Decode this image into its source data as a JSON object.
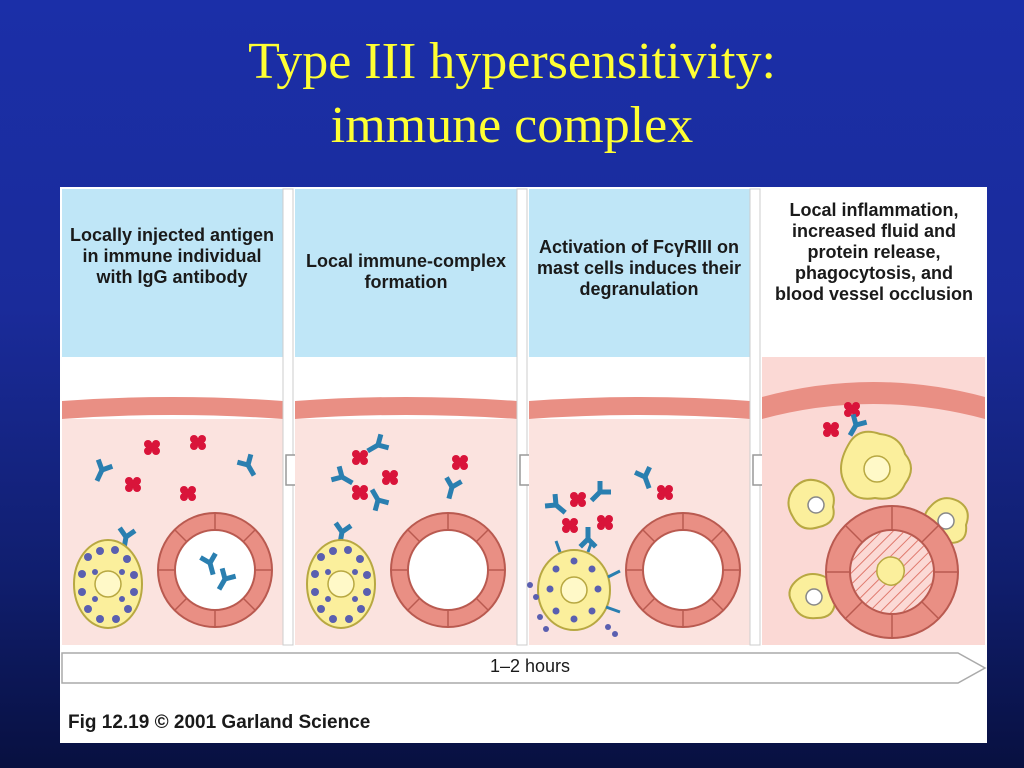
{
  "slide": {
    "title_line1": "Type III hypersensitivity:",
    "title_line2": "immune complex"
  },
  "figure": {
    "panels": [
      {
        "label": "Locally injected antigen in immune individual with IgG antibody"
      },
      {
        "label": "Local immune-complex formation"
      },
      {
        "label": "Activation of FcγRIII on mast cells induces their degranulation"
      },
      {
        "label": "Local inflammation, increased fluid and protein release, phagocytosis, and blood vessel occlusion"
      }
    ],
    "timeline_label": "1–2 hours",
    "credit": "Fig 12.19  © 2001 Garland Science"
  },
  "colors": {
    "background": "#1b2fa8",
    "title": "#ffff33",
    "panel_header": "#bfe6f7",
    "tissue": "#fbe3df",
    "vessel": "#e07a6e",
    "antigen": "#d9143a",
    "antibody": "#2a7fb0",
    "mast_cell": "#fbef9c",
    "granule": "#5a5fb0"
  },
  "icons": [
    "antigen-icon",
    "antibody-icon",
    "mast-cell-icon",
    "blood-vessel-icon",
    "phagocyte-icon",
    "arrow-right-icon"
  ]
}
